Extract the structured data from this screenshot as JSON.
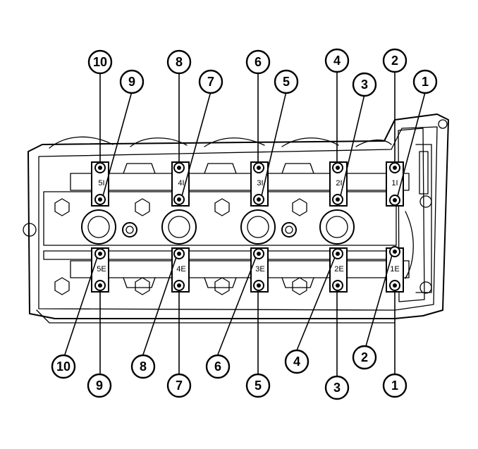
{
  "figure": {
    "background": "#ffffff",
    "ink": "#000000"
  },
  "caps": {
    "intake_labels": [
      "5I",
      "4I",
      "3I",
      "2I",
      "1I"
    ],
    "exhaust_labels": [
      "5E",
      "4E",
      "3E",
      "2E",
      "1E"
    ]
  },
  "callouts": {
    "top": [
      "10",
      "9",
      "8",
      "7",
      "6",
      "5",
      "4",
      "3",
      "2",
      "1"
    ],
    "bottom": [
      "10",
      "9",
      "8",
      "7",
      "6",
      "5",
      "4",
      "3",
      "2",
      "1"
    ]
  }
}
